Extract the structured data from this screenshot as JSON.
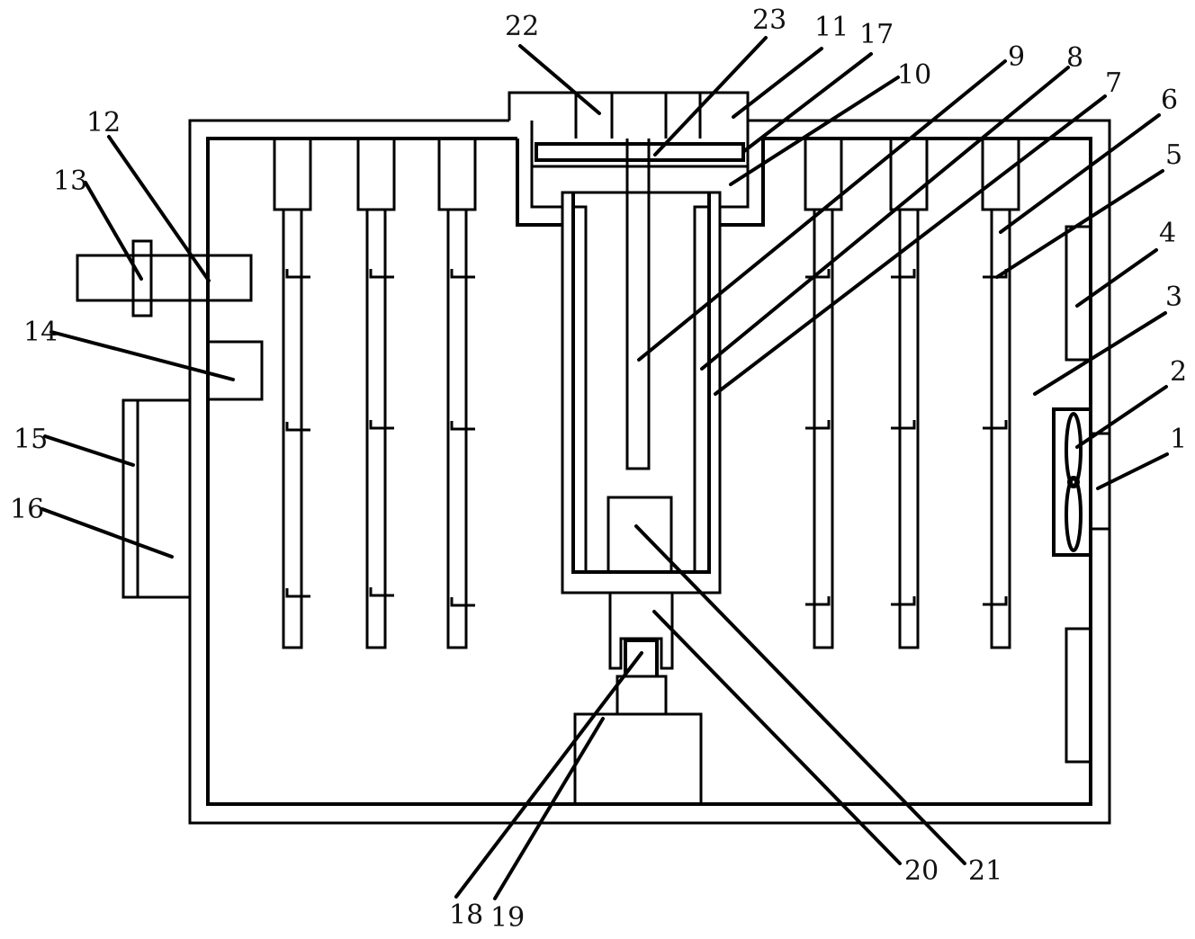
{
  "figure": {
    "type": "patent-schematic",
    "colors": {
      "stroke": "#000000",
      "background": "#ffffff",
      "text": "#111111"
    },
    "labels": [
      {
        "id": "1",
        "text": "1"
      },
      {
        "id": "2",
        "text": "2"
      },
      {
        "id": "3",
        "text": "3"
      },
      {
        "id": "4",
        "text": "4"
      },
      {
        "id": "5",
        "text": "5"
      },
      {
        "id": "6",
        "text": "6"
      },
      {
        "id": "7",
        "text": "7"
      },
      {
        "id": "8",
        "text": "8"
      },
      {
        "id": "9",
        "text": "9"
      },
      {
        "id": "10",
        "text": "10"
      },
      {
        "id": "11",
        "text": "11"
      },
      {
        "id": "12",
        "text": "12"
      },
      {
        "id": "13",
        "text": "13"
      },
      {
        "id": "14",
        "text": "14"
      },
      {
        "id": "15",
        "text": "15"
      },
      {
        "id": "16",
        "text": "16"
      },
      {
        "id": "17",
        "text": "17"
      },
      {
        "id": "18",
        "text": "18"
      },
      {
        "id": "19",
        "text": "19"
      },
      {
        "id": "20",
        "text": "20"
      },
      {
        "id": "21",
        "text": "21"
      },
      {
        "id": "22",
        "text": "22"
      },
      {
        "id": "23",
        "text": "23"
      }
    ],
    "components": {
      "left_hanging_rods": 3,
      "right_hanging_rods": 3,
      "hooks_per_rod": 3,
      "fan_blades": 2
    }
  }
}
